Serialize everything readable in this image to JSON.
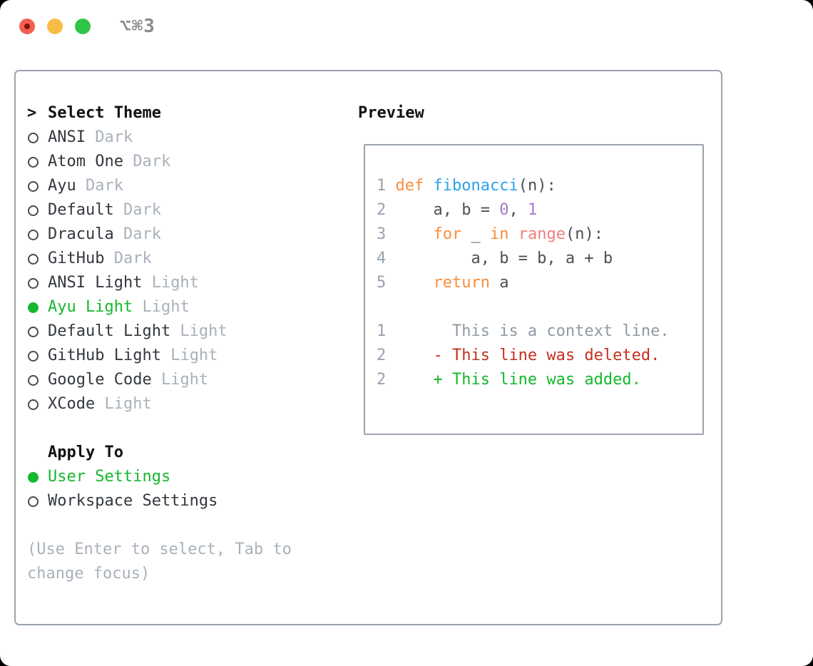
{
  "window": {
    "title": "⌥⌘3",
    "traffic_lights": [
      "close",
      "minimize",
      "zoom"
    ]
  },
  "theme_picker": {
    "prompt": ">",
    "header": "Select Theme",
    "themes": [
      {
        "name": "ANSI",
        "badge": "Dark",
        "selected": false
      },
      {
        "name": "Atom One",
        "badge": "Dark",
        "selected": false
      },
      {
        "name": "Ayu",
        "badge": "Dark",
        "selected": false
      },
      {
        "name": "Default",
        "badge": "Dark",
        "selected": false
      },
      {
        "name": "Dracula",
        "badge": "Dark",
        "selected": false
      },
      {
        "name": "GitHub",
        "badge": "Dark",
        "selected": false
      },
      {
        "name": "ANSI Light",
        "badge": "Light",
        "selected": false
      },
      {
        "name": "Ayu Light",
        "badge": "Light",
        "selected": true
      },
      {
        "name": "Default Light",
        "badge": "Light",
        "selected": false
      },
      {
        "name": "GitHub Light",
        "badge": "Light",
        "selected": false
      },
      {
        "name": "Google Code",
        "badge": "Light",
        "selected": false
      },
      {
        "name": "XCode",
        "badge": "Light",
        "selected": false
      }
    ],
    "apply_to": {
      "header": "Apply To",
      "options": [
        {
          "name": "User Settings",
          "selected": true
        },
        {
          "name": "Workspace Settings",
          "selected": false
        }
      ]
    },
    "hint": "(Use Enter to select, Tab to change focus)"
  },
  "preview": {
    "header": "Preview",
    "lines": [
      {
        "segments": [
          {
            "t": "1 ",
            "c": "ln"
          },
          {
            "t": "def ",
            "c": "kw"
          },
          {
            "t": "fibonacci",
            "c": "fn"
          },
          {
            "t": "(n):",
            "c": "code"
          }
        ]
      },
      {
        "segments": [
          {
            "t": "2 ",
            "c": "ln"
          },
          {
            "t": "    a, b = ",
            "c": "code"
          },
          {
            "t": "0",
            "c": "num"
          },
          {
            "t": ", ",
            "c": "code"
          },
          {
            "t": "1",
            "c": "num"
          }
        ]
      },
      {
        "segments": [
          {
            "t": "3 ",
            "c": "ln"
          },
          {
            "t": "    ",
            "c": "code"
          },
          {
            "t": "for",
            "c": "kw"
          },
          {
            "t": " _ ",
            "c": "code"
          },
          {
            "t": "in",
            "c": "kw"
          },
          {
            "t": " ",
            "c": "code"
          },
          {
            "t": "range",
            "c": "call"
          },
          {
            "t": "(n):",
            "c": "code"
          }
        ]
      },
      {
        "segments": [
          {
            "t": "4 ",
            "c": "ln"
          },
          {
            "t": "        a, b = b, a + b",
            "c": "code"
          }
        ]
      },
      {
        "segments": [
          {
            "t": "5 ",
            "c": "ln"
          },
          {
            "t": "    ",
            "c": "code"
          },
          {
            "t": "return",
            "c": "kw"
          },
          {
            "t": " a",
            "c": "code"
          }
        ]
      },
      {
        "segments": []
      },
      {
        "segments": [
          {
            "t": "1 ",
            "c": "ln"
          },
          {
            "t": "      This is a context line.",
            "c": "ctx"
          }
        ]
      },
      {
        "segments": [
          {
            "t": "2 ",
            "c": "ln"
          },
          {
            "t": "    - This line was deleted.",
            "c": "del"
          }
        ]
      },
      {
        "segments": [
          {
            "t": "2 ",
            "c": "ln"
          },
          {
            "t": "    + This line was added.",
            "c": "add"
          }
        ]
      }
    ]
  },
  "colors": {
    "green": "#15b72d",
    "ring": "#454b51",
    "text": "#33383e",
    "black": "#101214",
    "muted": "#a9b1bb",
    "border": "#9aa3ae",
    "title": "#8c8c8c",
    "ln": "#98a2ad",
    "code": "#4a5056",
    "kw": "#f98d3e",
    "fn": "#2ba1e6",
    "num": "#a37acc",
    "call": "#f17c7c",
    "ctx": "#8f99a3",
    "del": "#c5301f",
    "add": "#15b72d",
    "traffic_red": "#f25f50",
    "traffic_red_dot": "#7a150d",
    "traffic_yellow": "#f8bd45",
    "traffic_green": "#31c546"
  }
}
